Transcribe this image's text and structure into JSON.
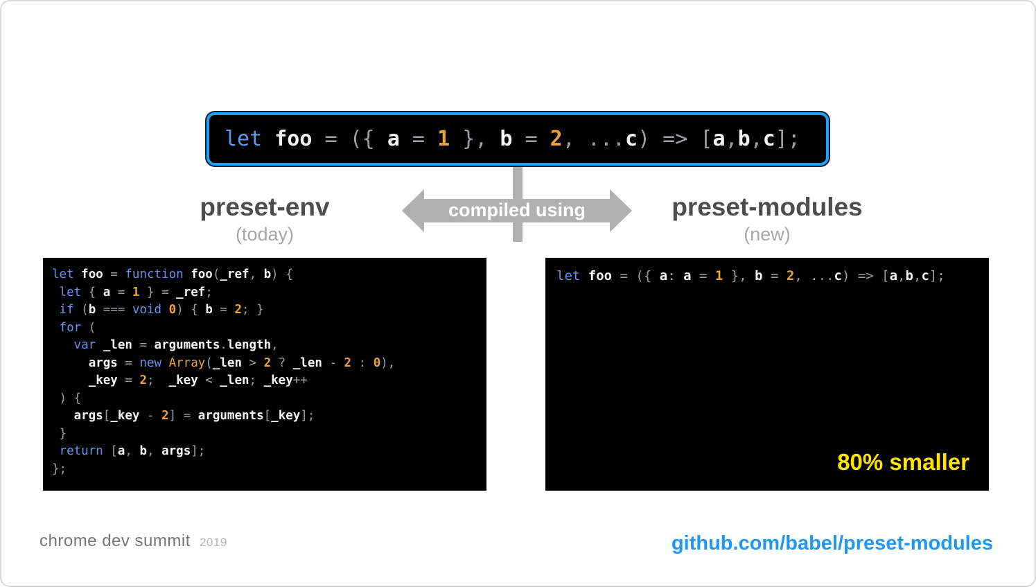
{
  "colors": {
    "keyword": "#6494ed",
    "ident": "#f5f5f5",
    "number": "#e8a33d",
    "builtin": "#e8a33d",
    "punct": "#9aa0a6",
    "accent_blue": "#1ba2fc",
    "link_blue": "#2196f3",
    "badge_yellow": "#ffe400"
  },
  "top_code": {
    "lines": [
      [
        {
          "c": "k",
          "t": "let"
        },
        {
          "c": "p",
          "t": " "
        },
        {
          "c": "i",
          "t": "foo"
        },
        {
          "c": "p",
          "t": " = ({ "
        },
        {
          "c": "i",
          "t": "a"
        },
        {
          "c": "p",
          "t": " = "
        },
        {
          "c": "n",
          "t": "1"
        },
        {
          "c": "p",
          "t": " }, "
        },
        {
          "c": "i",
          "t": "b"
        },
        {
          "c": "p",
          "t": " = "
        },
        {
          "c": "n",
          "t": "2"
        },
        {
          "c": "p",
          "t": ", ..."
        },
        {
          "c": "i",
          "t": "c"
        },
        {
          "c": "p",
          "t": ") => ["
        },
        {
          "c": "i",
          "t": "a"
        },
        {
          "c": "p",
          "t": ","
        },
        {
          "c": "i",
          "t": "b"
        },
        {
          "c": "p",
          "t": ","
        },
        {
          "c": "i",
          "t": "c"
        },
        {
          "c": "p",
          "t": "];"
        }
      ]
    ]
  },
  "arrow": {
    "label": "compiled using"
  },
  "columns": {
    "left": {
      "title": "preset-env",
      "subtitle": "(today)"
    },
    "right": {
      "title": "preset-modules",
      "subtitle": "(new)"
    }
  },
  "left_code": {
    "lines": [
      [
        {
          "c": "k",
          "t": "let"
        },
        {
          "c": "p",
          "t": " "
        },
        {
          "c": "i",
          "t": "foo"
        },
        {
          "c": "p",
          "t": " = "
        },
        {
          "c": "k",
          "t": "function"
        },
        {
          "c": "p",
          "t": " "
        },
        {
          "c": "i",
          "t": "foo"
        },
        {
          "c": "p",
          "t": "("
        },
        {
          "c": "i",
          "t": "_ref"
        },
        {
          "c": "p",
          "t": ", "
        },
        {
          "c": "i",
          "t": "b"
        },
        {
          "c": "p",
          "t": ") {"
        }
      ],
      [
        {
          "c": "p",
          "t": " "
        },
        {
          "c": "k",
          "t": "let"
        },
        {
          "c": "p",
          "t": " { "
        },
        {
          "c": "i",
          "t": "a"
        },
        {
          "c": "p",
          "t": " = "
        },
        {
          "c": "n",
          "t": "1"
        },
        {
          "c": "p",
          "t": " } = "
        },
        {
          "c": "i",
          "t": "_ref"
        },
        {
          "c": "p",
          "t": ";"
        }
      ],
      [
        {
          "c": "p",
          "t": " "
        },
        {
          "c": "k",
          "t": "if"
        },
        {
          "c": "p",
          "t": " ("
        },
        {
          "c": "i",
          "t": "b"
        },
        {
          "c": "p",
          "t": " === "
        },
        {
          "c": "k",
          "t": "void"
        },
        {
          "c": "p",
          "t": " "
        },
        {
          "c": "n",
          "t": "0"
        },
        {
          "c": "p",
          "t": ") { "
        },
        {
          "c": "i",
          "t": "b"
        },
        {
          "c": "p",
          "t": " = "
        },
        {
          "c": "n",
          "t": "2"
        },
        {
          "c": "p",
          "t": "; }"
        }
      ],
      [
        {
          "c": "p",
          "t": " "
        },
        {
          "c": "k",
          "t": "for"
        },
        {
          "c": "p",
          "t": " ("
        }
      ],
      [
        {
          "c": "p",
          "t": "   "
        },
        {
          "c": "k",
          "t": "var"
        },
        {
          "c": "p",
          "t": " "
        },
        {
          "c": "i",
          "t": "_len"
        },
        {
          "c": "p",
          "t": " = "
        },
        {
          "c": "i",
          "t": "arguments"
        },
        {
          "c": "p",
          "t": "."
        },
        {
          "c": "i",
          "t": "length"
        },
        {
          "c": "p",
          "t": ","
        }
      ],
      [
        {
          "c": "p",
          "t": "     "
        },
        {
          "c": "i",
          "t": "args"
        },
        {
          "c": "p",
          "t": " = "
        },
        {
          "c": "k",
          "t": "new"
        },
        {
          "c": "p",
          "t": " "
        },
        {
          "c": "b",
          "t": "Array"
        },
        {
          "c": "p",
          "t": "("
        },
        {
          "c": "i",
          "t": "_len"
        },
        {
          "c": "p",
          "t": " > "
        },
        {
          "c": "n",
          "t": "2"
        },
        {
          "c": "p",
          "t": " ? "
        },
        {
          "c": "i",
          "t": "_len"
        },
        {
          "c": "p",
          "t": " - "
        },
        {
          "c": "n",
          "t": "2"
        },
        {
          "c": "p",
          "t": " : "
        },
        {
          "c": "n",
          "t": "0"
        },
        {
          "c": "p",
          "t": "),"
        }
      ],
      [
        {
          "c": "p",
          "t": "     "
        },
        {
          "c": "i",
          "t": "_key"
        },
        {
          "c": "p",
          "t": " = "
        },
        {
          "c": "n",
          "t": "2"
        },
        {
          "c": "p",
          "t": ";  "
        },
        {
          "c": "i",
          "t": "_key"
        },
        {
          "c": "p",
          "t": " < "
        },
        {
          "c": "i",
          "t": "_len"
        },
        {
          "c": "p",
          "t": "; "
        },
        {
          "c": "i",
          "t": "_key"
        },
        {
          "c": "p",
          "t": "++"
        }
      ],
      [
        {
          "c": "p",
          "t": " ) {"
        }
      ],
      [
        {
          "c": "p",
          "t": "   "
        },
        {
          "c": "i",
          "t": "args"
        },
        {
          "c": "p",
          "t": "["
        },
        {
          "c": "i",
          "t": "_key"
        },
        {
          "c": "p",
          "t": " - "
        },
        {
          "c": "n",
          "t": "2"
        },
        {
          "c": "p",
          "t": "] = "
        },
        {
          "c": "i",
          "t": "arguments"
        },
        {
          "c": "p",
          "t": "["
        },
        {
          "c": "i",
          "t": "_key"
        },
        {
          "c": "p",
          "t": "];"
        }
      ],
      [
        {
          "c": "p",
          "t": " }"
        }
      ],
      [
        {
          "c": "p",
          "t": " "
        },
        {
          "c": "k",
          "t": "return"
        },
        {
          "c": "p",
          "t": " ["
        },
        {
          "c": "i",
          "t": "a"
        },
        {
          "c": "p",
          "t": ", "
        },
        {
          "c": "i",
          "t": "b"
        },
        {
          "c": "p",
          "t": ", "
        },
        {
          "c": "i",
          "t": "args"
        },
        {
          "c": "p",
          "t": "];"
        }
      ],
      [
        {
          "c": "p",
          "t": "};"
        }
      ]
    ]
  },
  "right_code": {
    "badge": "80% smaller",
    "lines": [
      [
        {
          "c": "k",
          "t": "let"
        },
        {
          "c": "p",
          "t": " "
        },
        {
          "c": "i",
          "t": "foo"
        },
        {
          "c": "p",
          "t": " = ({ "
        },
        {
          "c": "i",
          "t": "a"
        },
        {
          "c": "p",
          "t": ": "
        },
        {
          "c": "i",
          "t": "a"
        },
        {
          "c": "p",
          "t": " = "
        },
        {
          "c": "n",
          "t": "1"
        },
        {
          "c": "p",
          "t": " }, "
        },
        {
          "c": "i",
          "t": "b"
        },
        {
          "c": "p",
          "t": " = "
        },
        {
          "c": "n",
          "t": "2"
        },
        {
          "c": "p",
          "t": ", ..."
        },
        {
          "c": "i",
          "t": "c"
        },
        {
          "c": "p",
          "t": ") => ["
        },
        {
          "c": "i",
          "t": "a"
        },
        {
          "c": "p",
          "t": ","
        },
        {
          "c": "i",
          "t": "b"
        },
        {
          "c": "p",
          "t": ","
        },
        {
          "c": "i",
          "t": "c"
        },
        {
          "c": "p",
          "t": "];"
        }
      ]
    ]
  },
  "footer": {
    "logo_text": "chrome dev summit",
    "logo_year": "2019",
    "link": "github.com/babel/preset-modules"
  }
}
